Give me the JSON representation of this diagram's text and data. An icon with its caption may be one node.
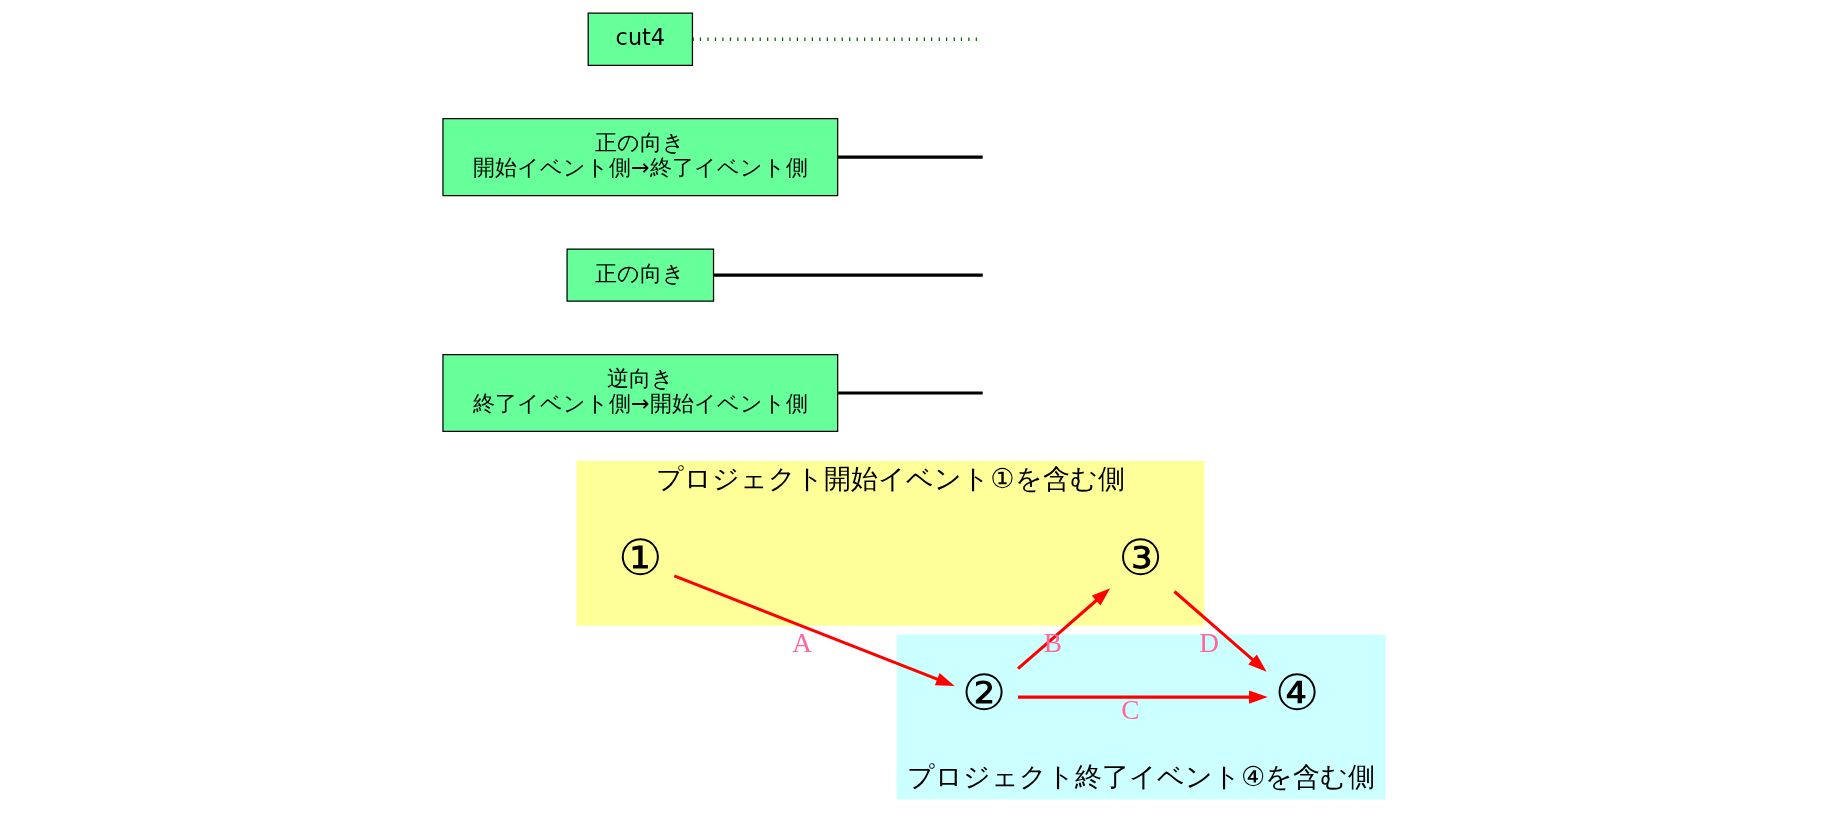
{
  "diagram": {
    "nodes": [
      {
        "text": [
          "プロジェクト開始イベント①を含む側"
        ]
      },
      {
        "text": [
          "①"
        ],
        "in": 0
      },
      {
        "text": [
          "③"
        ],
        "in": 0
      },
      {
        "text": [
          "プロジェクト終了イベント④を含む側"
        ]
      },
      {
        "text": [
          "②"
        ],
        "in": 3
      },
      {
        "text": [
          "④"
        ],
        "in": 3
      },
      {
        "text": [
          "逆向き",
          "終了イベント側→開始イベント側"
        ]
      },
      {
        "text": [
          "正の向き"
        ]
      },
      {
        "text": [
          "正の向き",
          "開始イベント側→終了イベント側"
        ]
      },
      {
        "text": [
          "cut4"
        ]
      }
    ],
    "edges": [
      {
        "from": 1,
        "to": 4,
        "arrow": "to",
        "label": "A"
      },
      {
        "from": 4,
        "to": 2,
        "arrow": "to",
        "label": "B"
      },
      {
        "from": 4,
        "to": 5,
        "arrow": "to",
        "label": "C"
      },
      {
        "from": 2,
        "to": 5,
        "arrow": "to",
        "label": "D"
      },
      {
        "from": 6,
        "to": null,
        "arrow": "none",
        "color": "#000000"
      },
      {
        "from": 7,
        "to": null,
        "arrow": "none",
        "color": "#000000"
      },
      {
        "from": 8,
        "to": null,
        "arrow": "none",
        "color": "#000000"
      },
      {
        "from": 9,
        "to": null,
        "arrow": "none",
        "style": "dashed",
        "color": "#006400"
      }
    ]
  }
}
